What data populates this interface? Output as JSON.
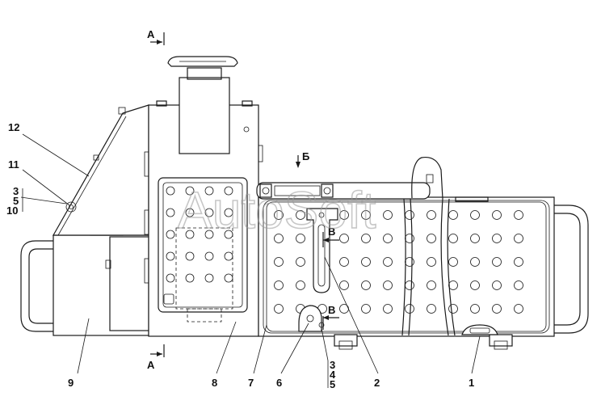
{
  "watermark": "AutoSoft",
  "section_labels": {
    "a_top": "А",
    "a_bottom": "А",
    "b": "Б",
    "v_top": "В",
    "v_bottom": "В"
  },
  "callouts": {
    "c12": "12",
    "c11": "11",
    "c3_left": "3",
    "c5_left": "5",
    "c10": "10",
    "c9": "9",
    "c8": "8",
    "c7": "7",
    "c6": "6",
    "c3_bottom": "3",
    "c4": "4",
    "c5_bottom": "5",
    "c2": "2",
    "c1": "1"
  }
}
